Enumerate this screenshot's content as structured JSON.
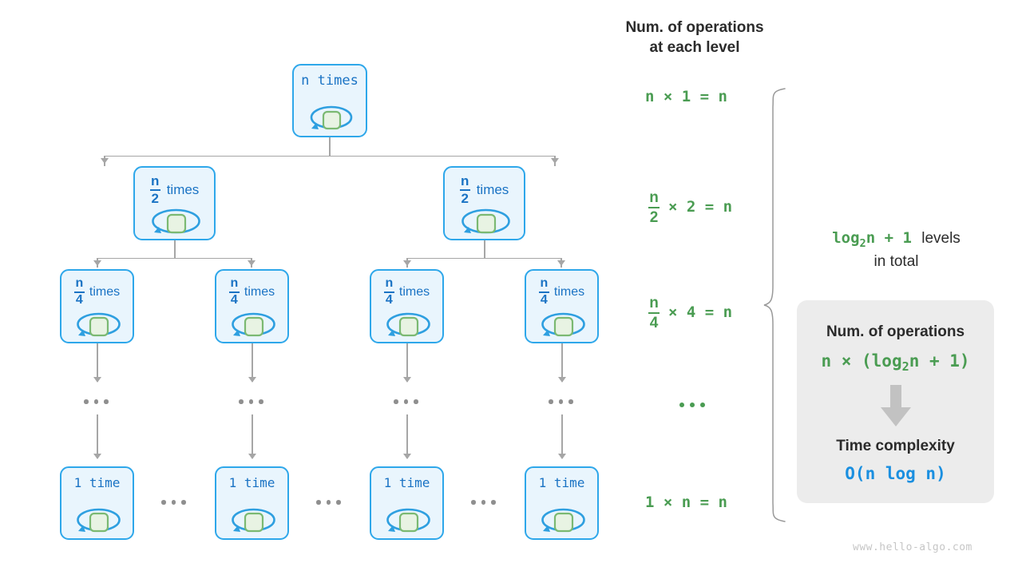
{
  "diagram": {
    "watermark": "www.hello-algo.com",
    "colors": {
      "node_border": "#2ea7ea",
      "node_fill": "#e9f5fd",
      "node_text": "#1a73c4",
      "loop_arrow": "#2e9fe0",
      "inner_box_border": "#7bb972",
      "inner_box_fill": "#e8f3e3",
      "connector": "#a6a6a6",
      "formula_green": "#4a9c52",
      "heading_dark": "#2b2b2b",
      "complexity_blue": "#1a8fe0",
      "summary_bg": "#ececec",
      "watermark_gray": "#c6c6c6"
    },
    "tree": {
      "levels": [
        {
          "level": 1,
          "nodes": [
            {
              "label_text": "n times",
              "style": "mono",
              "icon": "loop-arrow-icon"
            }
          ]
        },
        {
          "level": 2,
          "nodes": [
            {
              "numerator": "n",
              "denominator": "2",
              "word": "times",
              "style": "fraction",
              "icon": "loop-arrow-icon"
            },
            {
              "numerator": "n",
              "denominator": "2",
              "word": "times",
              "style": "fraction",
              "icon": "loop-arrow-icon"
            }
          ]
        },
        {
          "level": 3,
          "nodes": [
            {
              "numerator": "n",
              "denominator": "4",
              "word": "times",
              "style": "fraction",
              "icon": "loop-arrow-icon"
            },
            {
              "numerator": "n",
              "denominator": "4",
              "word": "times",
              "style": "fraction",
              "icon": "loop-arrow-icon"
            },
            {
              "numerator": "n",
              "denominator": "4",
              "word": "times",
              "style": "fraction",
              "icon": "loop-arrow-icon"
            },
            {
              "numerator": "n",
              "denominator": "4",
              "word": "times",
              "style": "fraction",
              "icon": "loop-arrow-icon"
            }
          ]
        },
        {
          "level": 4,
          "ellipsis": "...",
          "nodes": []
        },
        {
          "level": 5,
          "nodes": [
            {
              "label_text": "1 time",
              "style": "mono",
              "icon": "loop-arrow-icon"
            },
            {
              "label_text": "1 time",
              "style": "mono",
              "icon": "loop-arrow-icon"
            },
            {
              "label_text": "1 time",
              "style": "mono",
              "icon": "loop-arrow-icon"
            },
            {
              "label_text": "1 time",
              "style": "mono",
              "icon": "loop-arrow-icon"
            }
          ],
          "between_separators": [
            "...",
            "...",
            "..."
          ]
        }
      ]
    },
    "operations_column": {
      "title_line1": "Num. of operations",
      "title_line2": "at each level",
      "rows": [
        {
          "kind": "plain",
          "text": "n × 1 = n"
        },
        {
          "kind": "fraction",
          "numerator": "n",
          "denominator": "2",
          "rest": "× 2 = n"
        },
        {
          "kind": "fraction",
          "numerator": "n",
          "denominator": "4",
          "rest": "× 4 = n"
        },
        {
          "kind": "dots",
          "text": "..."
        },
        {
          "kind": "plain",
          "text": "1 × n = n"
        }
      ]
    },
    "levels_note": {
      "formula": "log₂n + 1",
      "formula_base": "2",
      "formula_prefix": "log",
      "formula_suffix": "n + 1",
      "text_after": "levels",
      "text_line2": "in total"
    },
    "summary_box": {
      "heading1": "Num. of operations",
      "formula": "n × (log₂n + 1)",
      "formula_prefix": "n × (log",
      "formula_base": "2",
      "formula_suffix": "n + 1)",
      "arrow_icon": "down-arrow-icon",
      "heading2": "Time complexity",
      "complexity": "O(n log n)"
    }
  }
}
